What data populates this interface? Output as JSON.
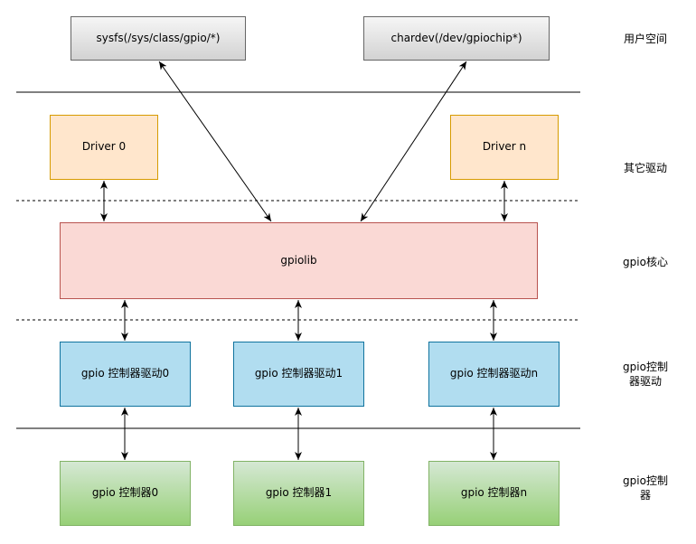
{
  "nodes": {
    "sysfs": "sysfs(/sys/class/gpio/*)",
    "chardev": "chardev(/dev/gpiochip*)",
    "driver0": "Driver 0",
    "drivern": "Driver n",
    "gpiolib": "gpiolib",
    "ctrl_driver0": "gpio 控制器驱动0",
    "ctrl_driver1": "gpio 控制器驱动1",
    "ctrl_drivern": "gpio 控制器驱动n",
    "ctrl0": "gpio 控制器0",
    "ctrl1": "gpio 控制器1",
    "ctrln": "gpio 控制器n"
  },
  "layers": {
    "user_space": "用户空间",
    "other_drivers": "其它驱动",
    "gpio_core": "gpio核心",
    "controller_driver_line1": "gpio控制",
    "controller_driver_line2": "器驱动",
    "controller_line1": "gpio控制",
    "controller_line2": "器"
  },
  "colors": {
    "user_space_fill": "#f5f5f5",
    "driver_fill": "#ffe6cc",
    "gpiolib_fill": "#fad9d5",
    "controller_driver_fill": "#b1ddf0",
    "controller_fill": "#d5e8d4"
  }
}
